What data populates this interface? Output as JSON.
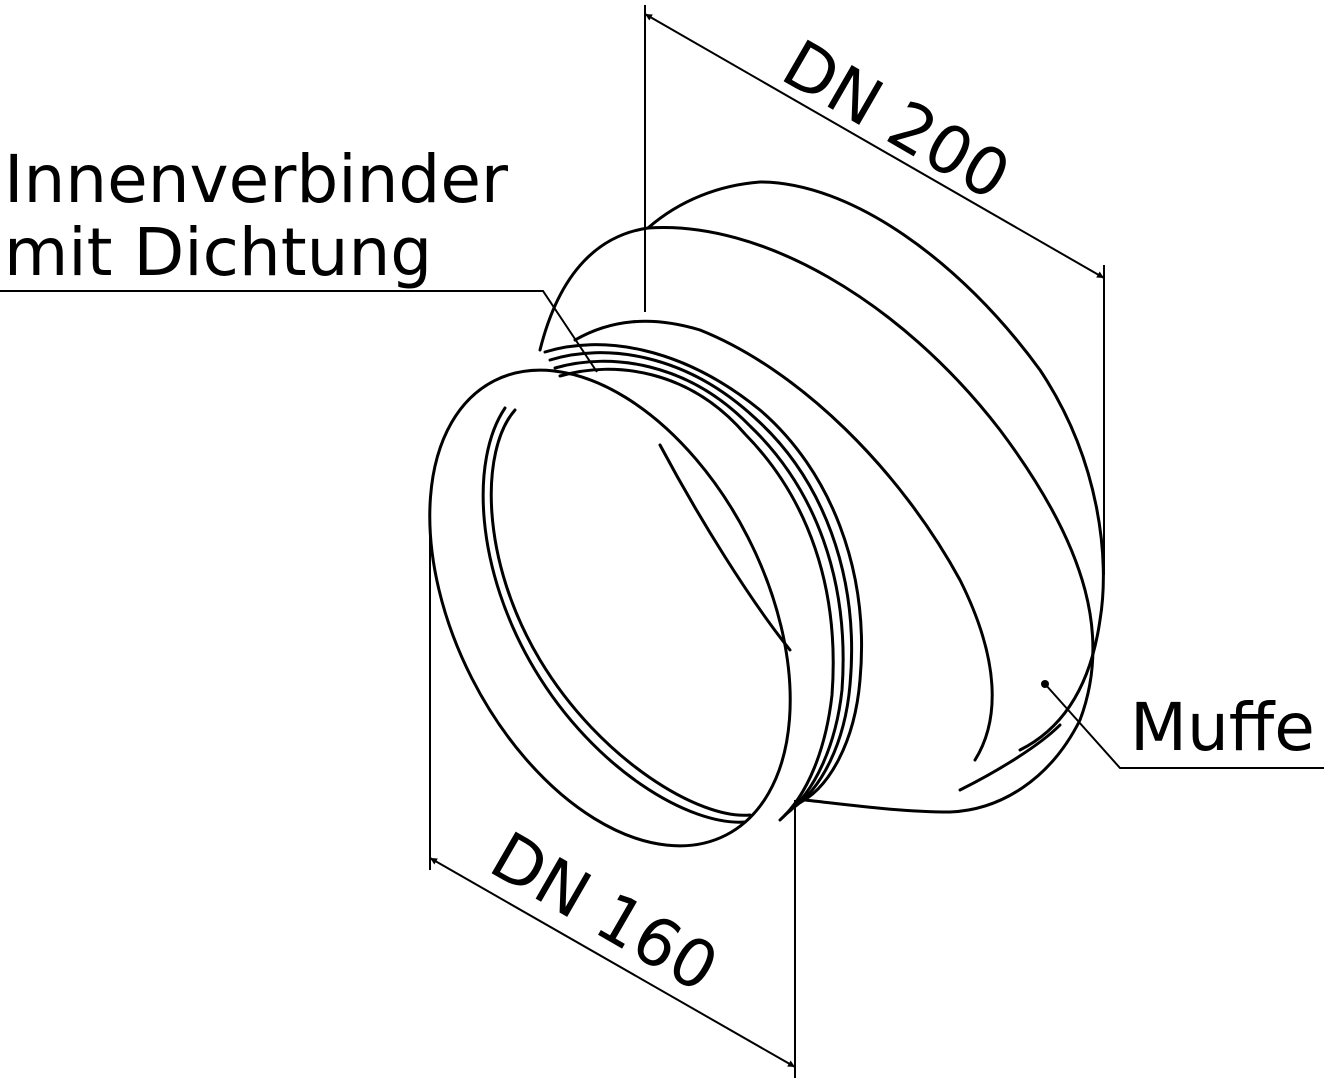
{
  "labels": {
    "inner_connector_line1": "Innenverbinder",
    "inner_connector_line2": "mit Dichtung",
    "socket": "Muffe",
    "dn_large": "DN 200",
    "dn_small": "DN 160"
  },
  "colors": {
    "stroke": "#000000",
    "background": "#ffffff"
  }
}
